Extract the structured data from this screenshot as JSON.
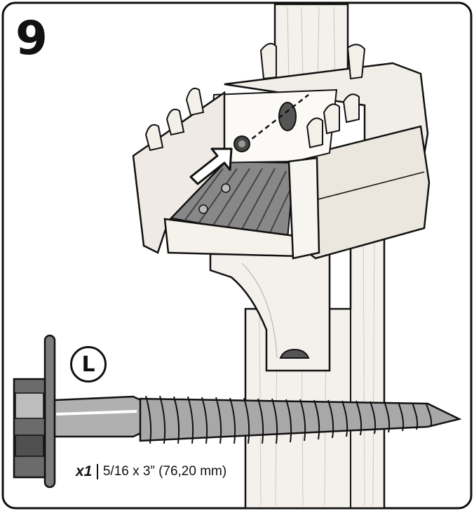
{
  "step": {
    "number": "9"
  },
  "part": {
    "label": "L"
  },
  "quantity": {
    "count": "x1",
    "spec": "5/16 x 3” (76,20 mm)"
  },
  "icons": {
    "arrow": "push-arrow-icon",
    "screw": "lag-screw-icon",
    "post": "wood-post-icon",
    "bracket": "bracket-icon"
  },
  "colors": {
    "line": "#111111",
    "wood": "#f4f1ec",
    "metal": "#9a9a9a",
    "paper": "#ffffff"
  }
}
